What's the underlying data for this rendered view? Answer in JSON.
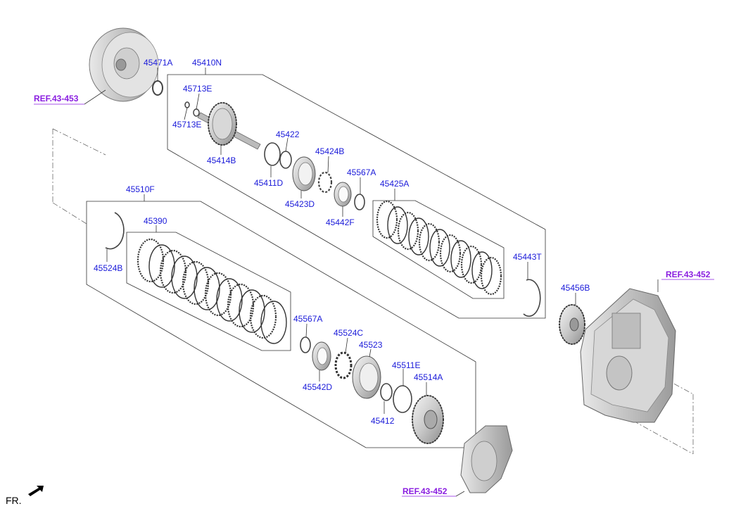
{
  "labels": {
    "p45471A": "45471A",
    "p45410N": "45410N",
    "p45713E_a": "45713E",
    "p45713E_b": "45713E",
    "p45414B": "45414B",
    "p45422": "45422",
    "p45424B": "45424B",
    "p45411D": "45411D",
    "p45423D": "45423D",
    "p45567A_a": "45567A",
    "p45442F": "45442F",
    "p45425A": "45425A",
    "p45443T": "45443T",
    "p45456B": "45456B",
    "p45510F": "45510F",
    "p45390": "45390",
    "p45524B": "45524B",
    "p45567A_b": "45567A",
    "p45524C": "45524C",
    "p45523": "45523",
    "p45542D": "45542D",
    "p45511E": "45511E",
    "p45514A": "45514A",
    "p45412": "45412"
  },
  "refs": {
    "ref_453": "REF.43-453",
    "ref_452_top": "REF.43-452",
    "ref_452_bottom": "REF.43-452"
  },
  "footer": {
    "direction": "FR."
  },
  "colors": {
    "label": "#1a1ad9",
    "ref": "#8a1ee0",
    "line": "#333333",
    "part": "#555555"
  }
}
